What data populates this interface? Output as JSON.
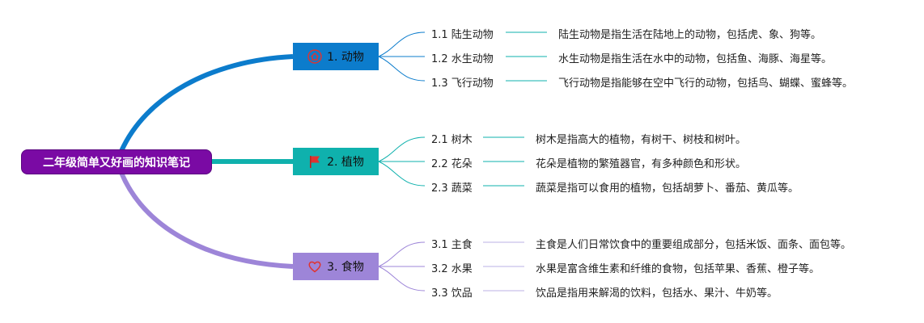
{
  "root": {
    "title": "二年级简单又好画的知识笔记",
    "color": "#7a0aa4"
  },
  "branches": [
    {
      "label": "1. 动物",
      "icon": "home-icon",
      "color": "#0c7ccc",
      "items": [
        {
          "label": "1.1 陆生动物",
          "desc": "陆生动物是指生活在陆地上的动物，包括虎、象、狗等。"
        },
        {
          "label": "1.2 水生动物",
          "desc": "水生动物是指生活在水中的动物，包括鱼、海豚、海星等。"
        },
        {
          "label": "1.3 飞行动物",
          "desc": "飞行动物是指能够在空中飞行的动物，包括鸟、蝴蝶、蜜蜂等。"
        }
      ]
    },
    {
      "label": "2. 植物",
      "icon": "flag-icon",
      "color": "#0fb1ad",
      "items": [
        {
          "label": "2.1 树木",
          "desc": "树木是指高大的植物，有树干、树枝和树叶。"
        },
        {
          "label": "2.2 花朵",
          "desc": "花朵是植物的繁殖器官，有多种颜色和形状。"
        },
        {
          "label": "2.3 蔬菜",
          "desc": "蔬菜是指可以食用的植物，包括胡萝卜、番茄、黄瓜等。"
        }
      ]
    },
    {
      "label": "3. 食物",
      "icon": "heart-icon",
      "color": "#9d85d8",
      "items": [
        {
          "label": "3.1 主食",
          "desc": "主食是人们日常饮食中的重要组成部分，包括米饭、面条、面包等。"
        },
        {
          "label": "3.2 水果",
          "desc": "水果是富含维生素和纤维的食物，包括苹果、香蕉、橙子等。"
        },
        {
          "label": "3.3 饮品",
          "desc": "饮品是指用来解渴的饮料，包括水、果汁、牛奶等。"
        }
      ]
    }
  ]
}
